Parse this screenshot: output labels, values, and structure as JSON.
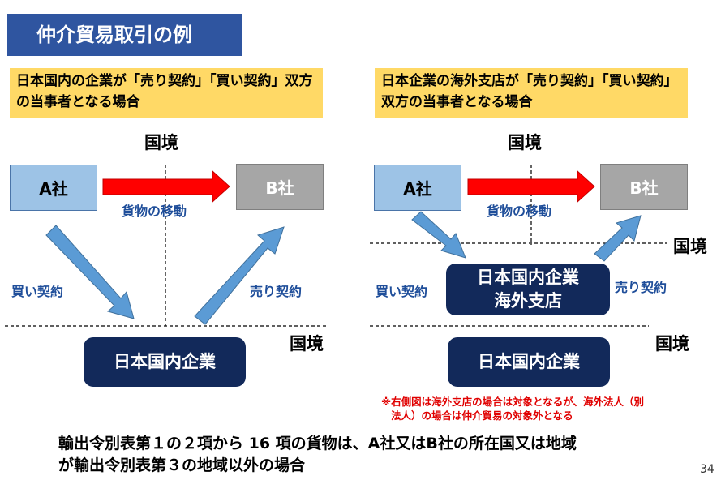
{
  "title": "仲介貿易取引の例",
  "left": {
    "heading": "日本国内の企業が「売り契約」「買い契約」双方の当事者となる場合",
    "border_top": "国境",
    "border_bottom": "国境",
    "company_a": "A社",
    "company_b": "B社",
    "goods_label": "貨物の移動",
    "buy_label": "買い契約",
    "sell_label": "売り契約",
    "domestic": "日本国内企業"
  },
  "right": {
    "heading": "日本企業の海外支店が「売り契約」「買い契約」双方の当事者となる場合",
    "border_top": "国境",
    "border_mid": "国境",
    "border_bottom": "国境",
    "company_a": "A社",
    "company_b": "B社",
    "goods_label": "貨物の移動",
    "buy_label": "買い契約",
    "sell_label": "売り契約",
    "branch_line1": "日本国内企業",
    "branch_line2": "海外支店",
    "domestic": "日本国内企業",
    "note_line1": "※右側図は海外支店の場合は対象となるが、海外法人（別",
    "note_line2": "法人）の場合は仲介貿易の対象外となる"
  },
  "footer": {
    "line1": "輸出令別表第１の２項から 16 項の貨物は、A社又はB社の所在国又は地域",
    "line2": "が輸出令別表第３の地域以外の場合",
    "page_number": "34"
  },
  "colors": {
    "banner": "#2f55a0",
    "yellow": "#ffd966",
    "company_a": "#9dc3e6",
    "company_b": "#a6a6a6",
    "navy": "#12295a",
    "goods_arrow": "#ff0000",
    "contract_arrow": "#5b9bd5",
    "note": "#e00000"
  }
}
